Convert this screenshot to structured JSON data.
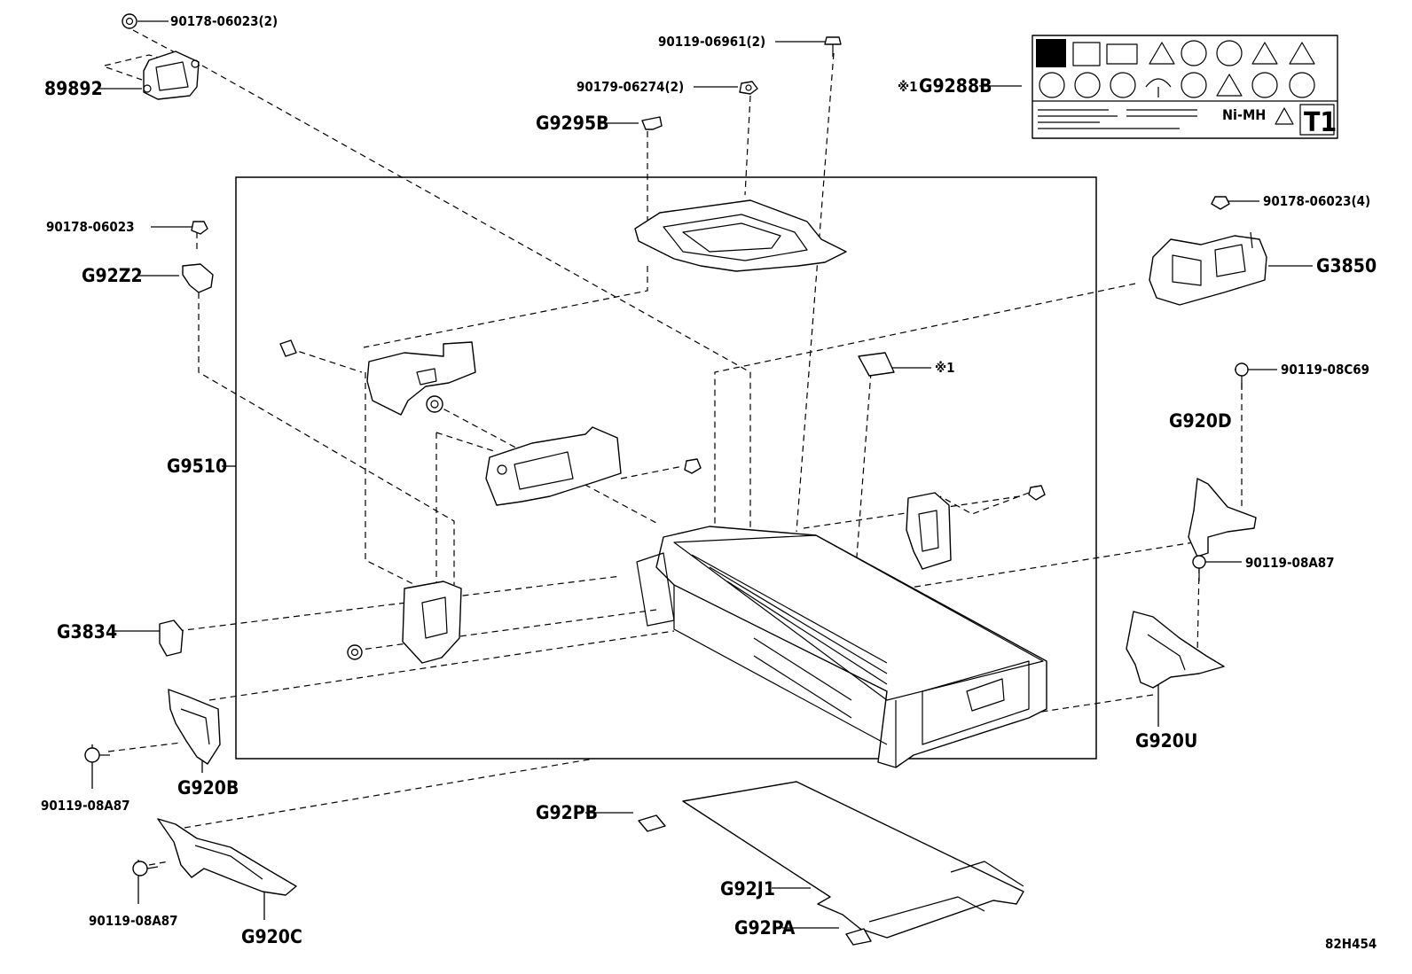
{
  "diagram_id": "82H454",
  "labels": {
    "p89892": "89892",
    "p90178_06023_2": "90178-06023(2)",
    "p90119_06961_2": "90119-06961(2)",
    "p90179_06274_2": "90179-06274(2)",
    "pG9295B": "G9295B",
    "pG9288B": "G9288B",
    "mark1": "※1",
    "p90178_06023": "90178-06023",
    "pG92Z2": "G92Z2",
    "p90178_06023_4": "90178-06023(4)",
    "pG3850": "G3850",
    "pG9510": "G9510",
    "p90119_08C69": "90119-08C69",
    "pG920D": "G920D",
    "p90119_08A87_r": "90119-08A87",
    "pG3834": "G3834",
    "pG920U": "G920U",
    "p90119_08A87_l1": "90119-08A87",
    "pG920B": "G920B",
    "pG92PB": "G92PB",
    "pG92J1": "G92J1",
    "p90119_08A87_l2": "90119-08A87",
    "pG920C": "G920C",
    "pG92PA": "G92PA"
  },
  "label_plate": {
    "chemistry": "Ni-MH",
    "code": "T1"
  }
}
